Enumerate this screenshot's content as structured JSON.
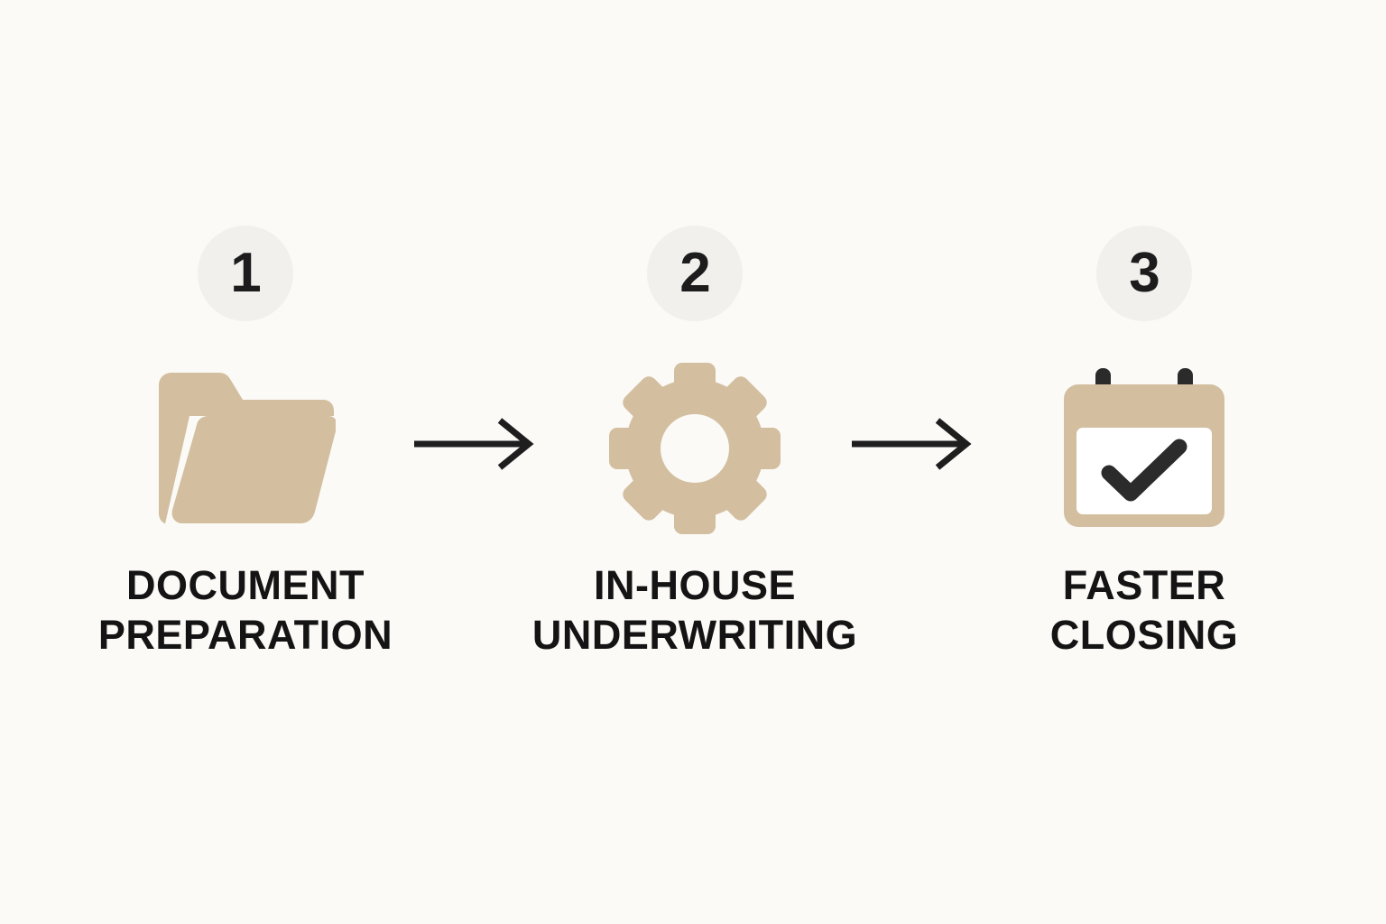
{
  "theme": {
    "background": "#FBFAF7",
    "badge_fill": "#F1F0ED",
    "badge_text": "#1C1C1C",
    "icon_tan": "#D3BF9F",
    "icon_dark": "#2B2B2B",
    "caption_color": "#141414",
    "arrow_color": "#1E1E1E"
  },
  "steps": [
    {
      "number": "1",
      "icon": "open-folder-icon",
      "caption": "DOCUMENT\nPREPARATION",
      "caption_line1": "DOCUMENT",
      "caption_line2": "PREPARATION"
    },
    {
      "number": "2",
      "icon": "gear-icon",
      "caption": "IN-HOUSE\nUNDERWRITING",
      "caption_line1": "IN-HOUSE",
      "caption_line2": "UNDERWRITING"
    },
    {
      "number": "3",
      "icon": "calendar-check-icon",
      "caption": "FASTER\nCLOSING",
      "caption_line1": "FASTER",
      "caption_line2": "CLOSING"
    }
  ],
  "connectors": [
    {
      "name": "arrow-right-icon-1",
      "direction": "right"
    },
    {
      "name": "arrow-right-icon-2",
      "direction": "right"
    }
  ]
}
